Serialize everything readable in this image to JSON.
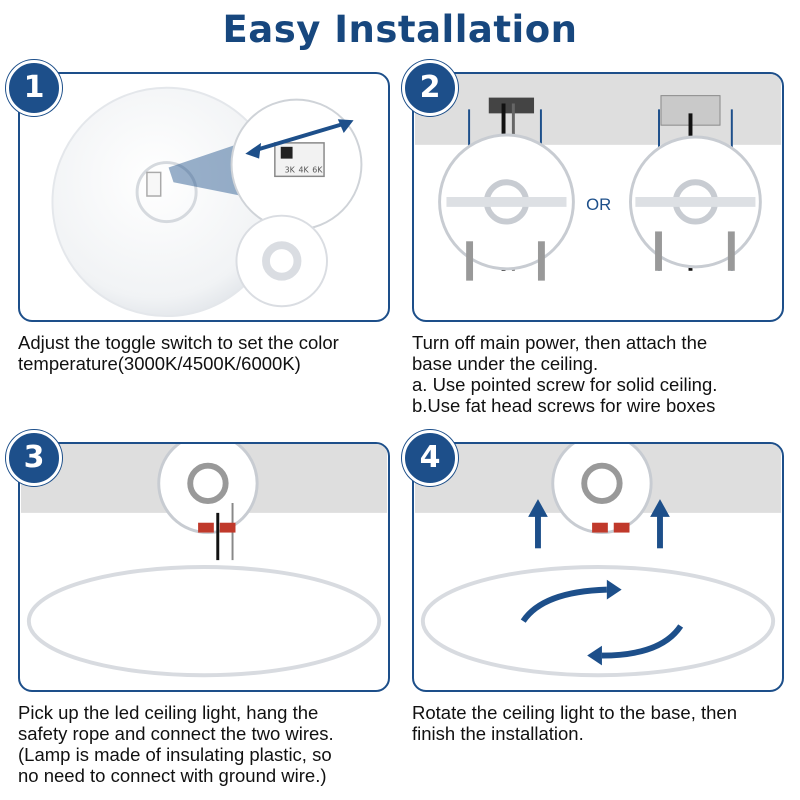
{
  "title": "Easy Installation",
  "accent_color": "#1d4f8a",
  "steps": [
    {
      "number": "1",
      "switch_labels": [
        "3K",
        "4K",
        "6K"
      ],
      "caption_lines": [
        "Adjust the toggle switch to set the color",
        "temperature(3000K/4500K/6000K)"
      ]
    },
    {
      "number": "2",
      "or_label": "OR",
      "caption_lines": [
        "Turn off main power, then attach the",
        "base under the ceiling.",
        "a. Use pointed screw for solid ceiling.",
        "b.Use fat head screws for wire boxes"
      ]
    },
    {
      "number": "3",
      "caption_lines": [
        "Pick up the led ceiling light, hang the",
        "safety rope and connect the two wires.",
        "(Lamp is made of insulating plastic, so",
        "no need to connect with ground wire.)"
      ]
    },
    {
      "number": "4",
      "caption_lines": [
        "Rotate the ceiling light to the base, then",
        "finish the installation."
      ]
    }
  ]
}
